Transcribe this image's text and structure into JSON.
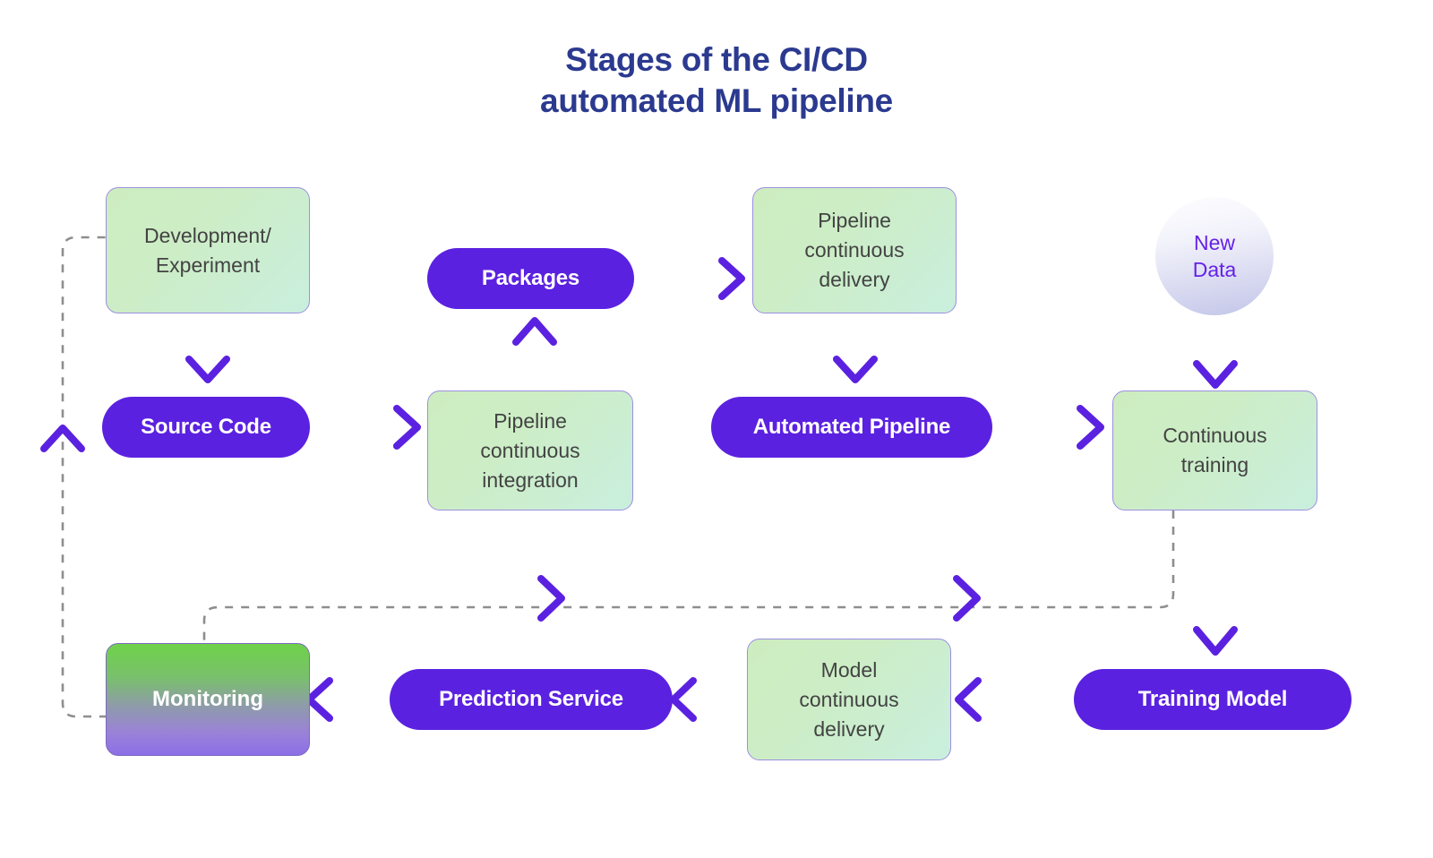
{
  "title": {
    "line1": "Stages of the CI/CD",
    "line2": "automated ML pipeline"
  },
  "colors": {
    "title": "#2B3A8F",
    "accent_purple": "#5B21E0",
    "node_text_dark": "#434343",
    "green_box_start": "#CDEDC0",
    "green_box_end": "#C9EFDE",
    "box_border": "#9D8FE0",
    "dashed_line": "#8A8A8A",
    "monitoring_gradient_start": "#6FD24A",
    "monitoring_gradient_end": "#8C6FE6",
    "new_data_circle_start": "#FEFEFF",
    "new_data_circle_end": "#C2C5E8"
  },
  "nodes": {
    "development_experiment": {
      "label_line1": "Development/",
      "label_line2": "Experiment",
      "type": "green-box"
    },
    "source_code": {
      "label": "Source Code",
      "type": "pill"
    },
    "pipeline_ci": {
      "label_line1": "Pipeline",
      "label_line2": "continuous",
      "label_line3": "integration",
      "type": "green-box"
    },
    "packages": {
      "label": "Packages",
      "type": "pill"
    },
    "pipeline_cd": {
      "label_line1": "Pipeline",
      "label_line2": "continuous",
      "label_line3": "delivery",
      "type": "green-box"
    },
    "automated_pipeline": {
      "label": "Automated Pipeline",
      "type": "pill"
    },
    "new_data": {
      "label_line1": "New",
      "label_line2": "Data",
      "type": "circle"
    },
    "continuous_training": {
      "label_line1": "Continuous",
      "label_line2": "training",
      "type": "green-box"
    },
    "training_model": {
      "label": "Training Model",
      "type": "pill"
    },
    "model_cd": {
      "label_line1": "Model",
      "label_line2": "continuous",
      "label_line3": "delivery",
      "type": "green-box"
    },
    "prediction_service": {
      "label": "Prediction Service",
      "type": "pill"
    },
    "monitoring": {
      "label": "Monitoring",
      "type": "gradient-box"
    }
  },
  "chart_data": {
    "type": "diagram",
    "title": "Stages of the CI/CD automated ML pipeline",
    "nodes": [
      "Development/Experiment",
      "Source Code",
      "Pipeline continuous integration",
      "Packages",
      "Pipeline continuous delivery",
      "Automated Pipeline",
      "New Data",
      "Continuous training",
      "Training Model",
      "Model continuous delivery",
      "Prediction Service",
      "Monitoring"
    ],
    "edges": [
      {
        "from": "Development/Experiment",
        "to": "Source Code",
        "style": "solid-arrow",
        "direction": "down"
      },
      {
        "from": "Source Code",
        "to": "Pipeline continuous integration",
        "style": "solid-arrow",
        "direction": "right"
      },
      {
        "from": "Pipeline continuous integration",
        "to": "Packages",
        "style": "solid-arrow",
        "direction": "up"
      },
      {
        "from": "Packages",
        "to": "Pipeline continuous delivery",
        "style": "solid-arrow",
        "direction": "right"
      },
      {
        "from": "Pipeline continuous delivery",
        "to": "Automated Pipeline",
        "style": "solid-arrow",
        "direction": "down"
      },
      {
        "from": "Automated Pipeline",
        "to": "Continuous training",
        "style": "solid-arrow",
        "direction": "right"
      },
      {
        "from": "New Data",
        "to": "Continuous training",
        "style": "solid-arrow",
        "direction": "down"
      },
      {
        "from": "Continuous training",
        "to": "Training Model",
        "style": "solid-arrow",
        "direction": "down"
      },
      {
        "from": "Training Model",
        "to": "Model continuous delivery",
        "style": "solid-arrow",
        "direction": "left"
      },
      {
        "from": "Model continuous delivery",
        "to": "Prediction Service",
        "style": "solid-arrow",
        "direction": "left"
      },
      {
        "from": "Prediction Service",
        "to": "Monitoring",
        "style": "solid-arrow",
        "direction": "left"
      },
      {
        "from": "Monitoring",
        "to": "Development/Experiment",
        "style": "dashed-chevron",
        "direction": "up-left-loop"
      },
      {
        "from": "Continuous training",
        "to": "Monitoring",
        "style": "dashed-chevron",
        "direction": "down-left-loop"
      }
    ]
  }
}
